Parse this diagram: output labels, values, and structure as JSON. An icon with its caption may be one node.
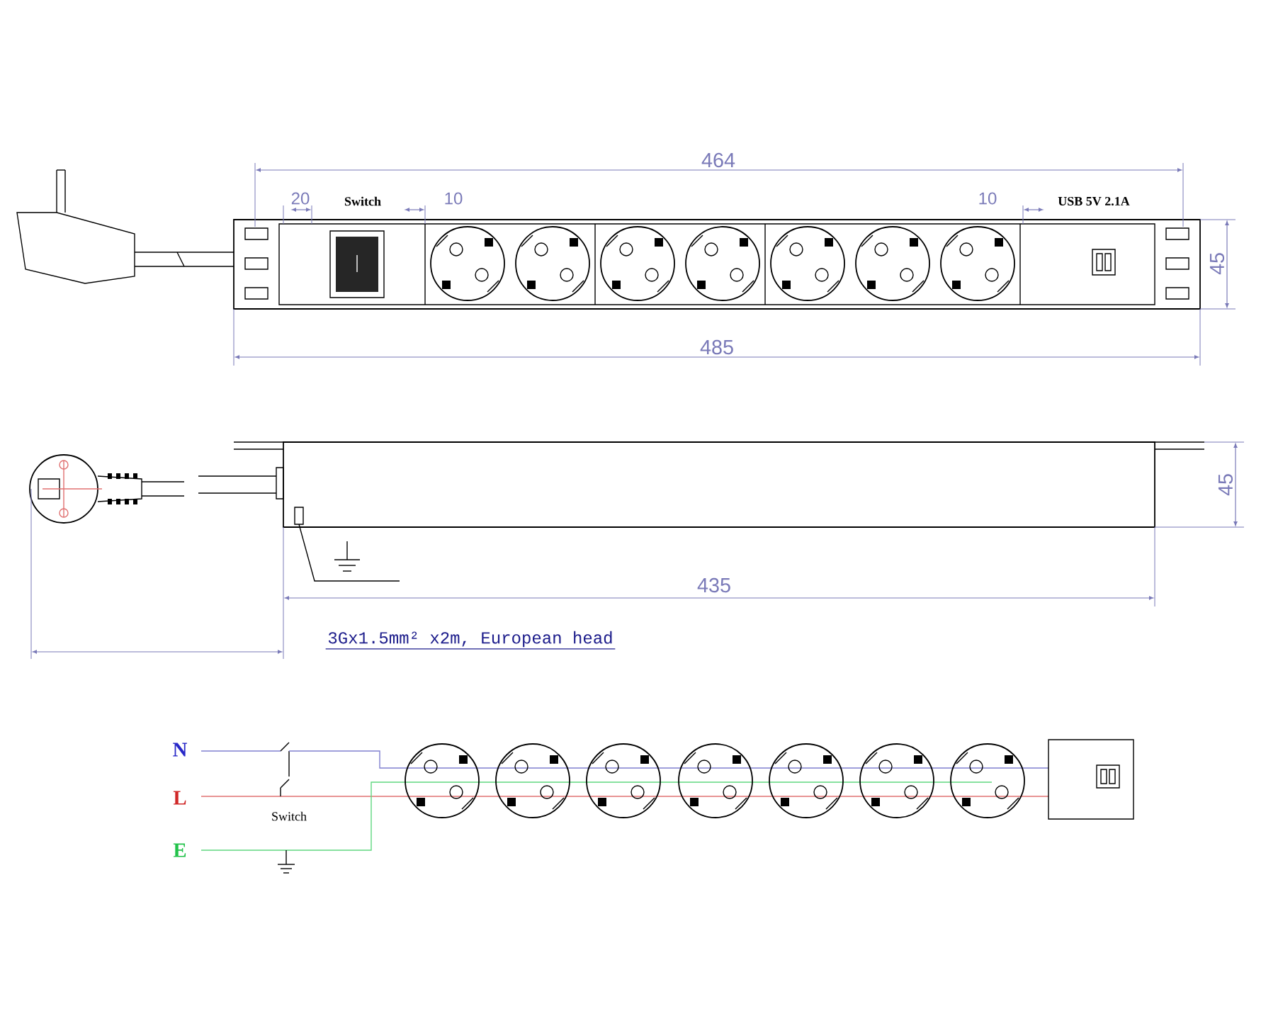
{
  "diagram": {
    "labels": [
      "464",
      "20",
      "Switch",
      "10",
      "10",
      "USB 5V 2.1A",
      "45",
      "485",
      "45",
      "435",
      "3Gx1.5mm² x2m, European head",
      "N",
      "L",
      "Switch",
      "E"
    ]
  }
}
